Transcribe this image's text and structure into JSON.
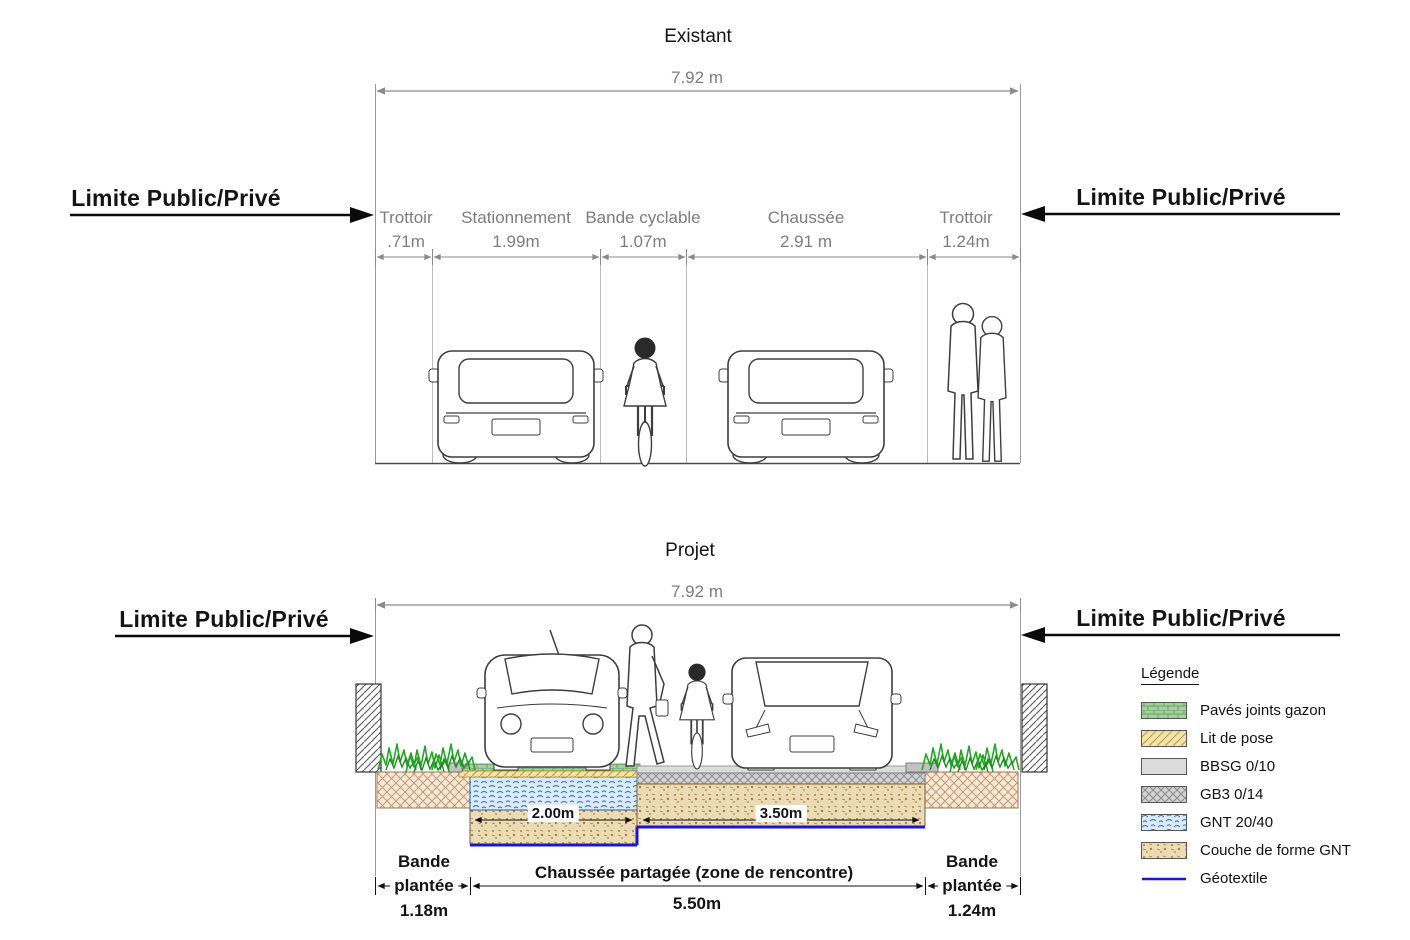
{
  "existant": {
    "title": "Existant",
    "total_width": "7.92 m",
    "limit_left": "Limite Public/Privé",
    "limit_right": "Limite Public/Privé",
    "segments": [
      {
        "label": "Trottoir",
        "width": ".71m"
      },
      {
        "label": "Stationnement",
        "width": "1.99m"
      },
      {
        "label": "Bande cyclable",
        "width": "1.07m"
      },
      {
        "label": "Chaussée",
        "width": "2.91 m"
      },
      {
        "label": "Trottoir",
        "width": "1.24m"
      }
    ]
  },
  "projet": {
    "title": "Projet",
    "total_width": "7.92 m",
    "limit_left": "Limite Public/Privé",
    "limit_right": "Limite Public/Privé",
    "inner_dims": {
      "left_zone": "2.00m",
      "right_zone": "3.50m"
    },
    "bottom": [
      {
        "line1": "Bande",
        "line2": "plantée",
        "width": "1.18m"
      },
      {
        "label": "Chaussée partagée (zone de rencontre)",
        "width": "5.50m"
      },
      {
        "line1": "Bande",
        "line2": "plantée",
        "width": "1.24m"
      }
    ]
  },
  "legend": {
    "title": "Légende",
    "items": [
      {
        "label": "Pavés joints gazon",
        "swatch": "paves-joints-gazon",
        "color": "#a6cf9f"
      },
      {
        "label": "Lit de pose",
        "swatch": "lit-de-pose",
        "color": "#f2e4ad"
      },
      {
        "label": "BBSG 0/10",
        "swatch": "bbsg-0-10",
        "color": "#dcdcdc"
      },
      {
        "label": "GB3 0/14",
        "swatch": "gb3-0-14",
        "color": "#d2d2d2"
      },
      {
        "label": "GNT 20/40",
        "swatch": "gnt-20-40",
        "color": "#3f7fc4"
      },
      {
        "label": "Couche de forme GNT",
        "swatch": "couche-de-forme-gnt",
        "color": "#ecdcb6"
      },
      {
        "label": "Géotextile",
        "swatch": "geotextile",
        "color": "#1717cf"
      }
    ]
  }
}
